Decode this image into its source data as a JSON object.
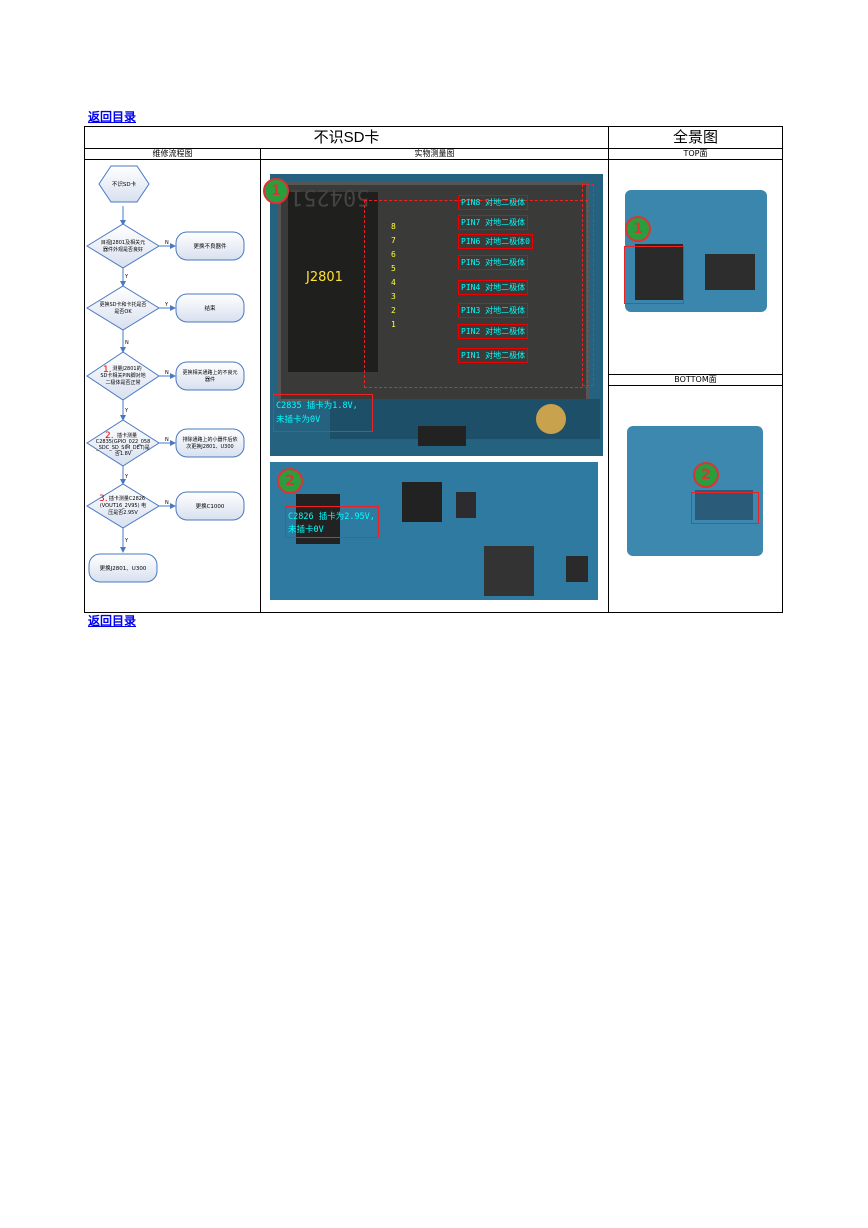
{
  "links": {
    "back_top": "返回目录",
    "back_bottom": "返回目录"
  },
  "table": {
    "title": "不识SD卡",
    "panorama_title": "全景图",
    "col_flow": "维修流程图",
    "col_measure": "实物测量图",
    "col_top": "TOP面",
    "col_bottom": "BOTTOM面"
  },
  "flow": {
    "start": "不识SD卡",
    "d1": [
      "目视J2801及相关元",
      "器件外观是否良好"
    ],
    "a1": "更换不良器件",
    "d2": [
      "更换SD卡和卡托是否",
      "是否OK"
    ],
    "a2": "结束",
    "d3_num": "1.",
    "d3": [
      "测量J2801的",
      "SD卡相关PIN脚对地",
      "二极体是否正常"
    ],
    "a3": [
      "更换相关通路上的不良元",
      "器件"
    ],
    "d4_num": "2.",
    "d4": [
      "插卡测量",
      "C2835(GPIO_022_058",
      "_SDC_SD_SIM_DET)是",
      "否1.8V"
    ],
    "a4": [
      "排除通路上的小器件后依",
      "次更换J2801、U300"
    ],
    "d5_num": "3.",
    "d5": [
      "插卡测量C2826",
      "(VOUT16_2V95) 电",
      "压是否2.95V"
    ],
    "a5": "更换C1000",
    "end": "更换J2801、U300",
    "yes": "Y",
    "no": "N"
  },
  "measure": {
    "badge1": "1",
    "badge2": "2",
    "connector": "J2801",
    "silk_number": "504251",
    "pins": [
      "PIN8 对地二极体",
      "PIN7 对地二极体",
      "PIN6 对地二极体0",
      "PIN5 对地二极体",
      "PIN4 对地二极体",
      "PIN3 对地二极体",
      "PIN2 对地二极体",
      "PIN1 对地二极体"
    ],
    "pin_numbers": [
      "8",
      "7",
      "6",
      "5",
      "4",
      "3",
      "2",
      "1"
    ],
    "note1": [
      "C2835 插卡为1.8V,",
      "未插卡为0V"
    ],
    "note2": [
      "C2826 插卡为2.95V,",
      "未插卡0V"
    ]
  },
  "panorama": {
    "badge1": "1",
    "badge2": "2"
  }
}
